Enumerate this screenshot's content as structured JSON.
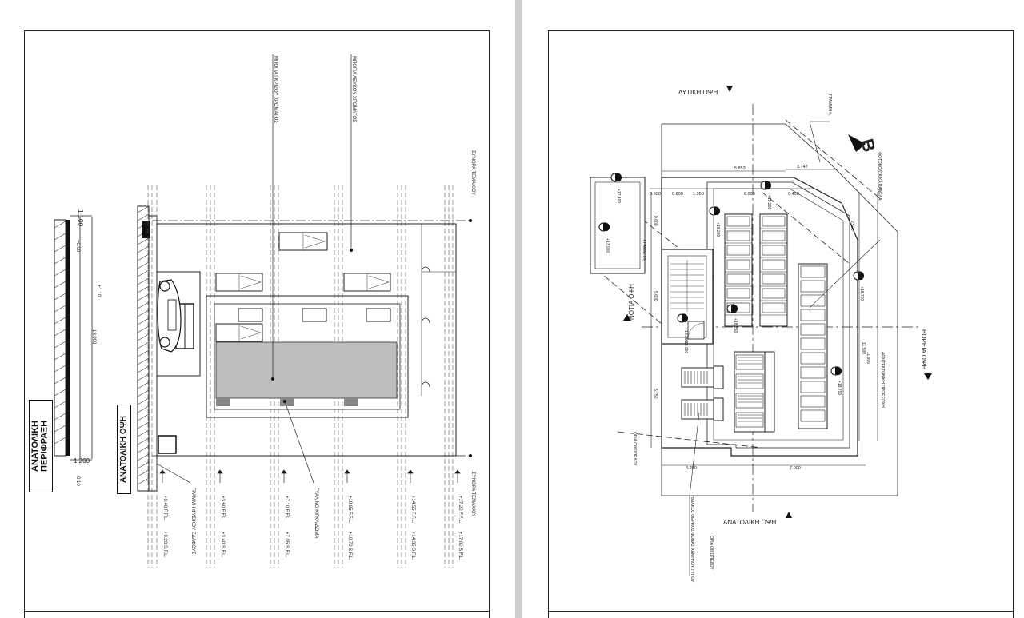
{
  "left_sheet": {
    "title_perifraxi": "ΑΝΑΤΟΛΙΚΗ ΠΕΡΙΦΡΑΞΗ",
    "title_opsi": "ΑΝΑΤΟΛΙΚΗ ΟΨΗ",
    "scale_top": "1:100",
    "scale_bottom": "1.200",
    "dim_0": "+0.00",
    "dim_1": "+1.10",
    "dim_total": "13.900",
    "dim_neg": "-0.10",
    "leader_grey": "ΜΠΟΓΙΑ ΓΚΡΙΖΟΥ ΧΡΩΜΑΤΟΣ",
    "leader_white": "ΜΠΟΓΙΑ ΛΕΥΚΟΥ ΧΡΩΜΑΤΟΣ",
    "boundary_top": "ΣΥΝΟΡΑ ΤΕΜΑΧΙΟΥ",
    "boundary_bottom": "ΣΥΝΟΡΑ ΤΕΜΑΧΙΟΥ",
    "ground_line": "ΓΡΑΜΜΗ ΦΥΣΙΚΟΥ ΕΔΑΦΟΥΣ",
    "glass": "ΓΥΑΛΙΝΟ ΚΙΓΚΛΙΔΩΜΑ",
    "levels": [
      {
        "ff": "+0.40 F.F.L.",
        "sfl": "+0.20 S.F.L."
      },
      {
        "ff": "+3.60 F.F.L.",
        "sfl": "+3.40 S.F.L."
      },
      {
        "ff": "+7.10 F.F.L.",
        "sfl": "+7.05 S.F.L."
      },
      {
        "ff": "+10.95 F.F.L.",
        "sfl": "+10.70 S.F.L."
      },
      {
        "ff": "+14.55 F.F.L.",
        "sfl": "+14.35 S.F.L."
      },
      {
        "ff": "+17.20 F.F.L.",
        "sfl": "+17.00 S.F.L."
      }
    ]
  },
  "right_sheet": {
    "west_view": "ΔΥΤΙΚΗ ΟΨΗ",
    "east_view": "ΑΝΑΤΟΛΙΚΗ ΟΨΗ",
    "north_view": "ΒΟΡΕΙΑ ΟΨΗ",
    "south_view": "ΝΟΤΙΑ ΟΨΗ",
    "section_letter": "B",
    "photovoltaic": "ΦΩΤΟΒΟΛΤΑΙΚΑ ΠΑΝΕΛΑ",
    "line_h": "ΓΡΑΜΜΗ h₁",
    "line_h2": "ΓΡΑΜΜΗ h₂",
    "architectural_projection": "ΑΡΧΙΤΕΚΤΟΝΙΚΗ ΠΡΟΕΞΟΧΗ",
    "building_limit_top": "ΟΡΙΑ ΟΙΚΟΠΕΔΟΥ",
    "building_limit_bottom": "ΟΡΙΑ ΟΙΚΟΠΕΔΟΥ",
    "solar_heater": "ΗΛΙΑΚΟΣ ΘΕΡΜΟΣΙΦΩΝΑΣ ΧΑΜΗΛΟΥ ΤΥΠΟΥ",
    "dims": {
      "d5853": "5.853",
      "d3747": "3.747",
      "d0500": "0.500",
      "d0800": "0.800",
      "d1350": "1.350",
      "d6900": "6.900",
      "d0450": "0.450",
      "d4250": "4.250",
      "d7000": "7.000",
      "d11500": "11.500",
      "d11996": "11.996",
      "d5750": "5.750",
      "d2500": "2.500",
      "d5600": "5.600",
      "d0600": "0.600"
    },
    "elev": {
      "e1": "+17.400",
      "e2": "+17.000",
      "e3": "+18.200",
      "e4": "+19.200",
      "e5": "+18.250",
      "e6": "+18.350",
      "e7": "+18.700",
      "e8": "+18.700",
      "e9": "+18.000"
    }
  }
}
